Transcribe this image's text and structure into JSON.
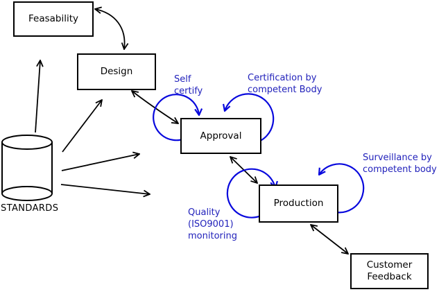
{
  "diagram": {
    "nodes": {
      "feasability": {
        "label": "Feasability"
      },
      "design": {
        "label": "Design"
      },
      "approval": {
        "label": "Approval"
      },
      "production": {
        "label": "Production"
      },
      "customer_feedback": {
        "line1": "Customer",
        "line2": "Feedback"
      },
      "standards": {
        "label": "STANDARDS",
        "shape": "cylinder"
      }
    },
    "annotations": {
      "self_certify": {
        "line1": "Self",
        "line2": "certify"
      },
      "certification": {
        "line1": "Certification by",
        "line2": "competent Body"
      },
      "surveillance": {
        "line1": "Surveillance by",
        "line2": "competent body"
      },
      "quality": {
        "line1": "Quality",
        "line2": "(ISO9001)",
        "line3": "monitoring"
      }
    },
    "colors": {
      "background": "#ffffff",
      "node_border": "#000000",
      "arrow": "#000000",
      "annotation_text": "#2222bb",
      "annotation_loop": "#0808dd"
    }
  }
}
